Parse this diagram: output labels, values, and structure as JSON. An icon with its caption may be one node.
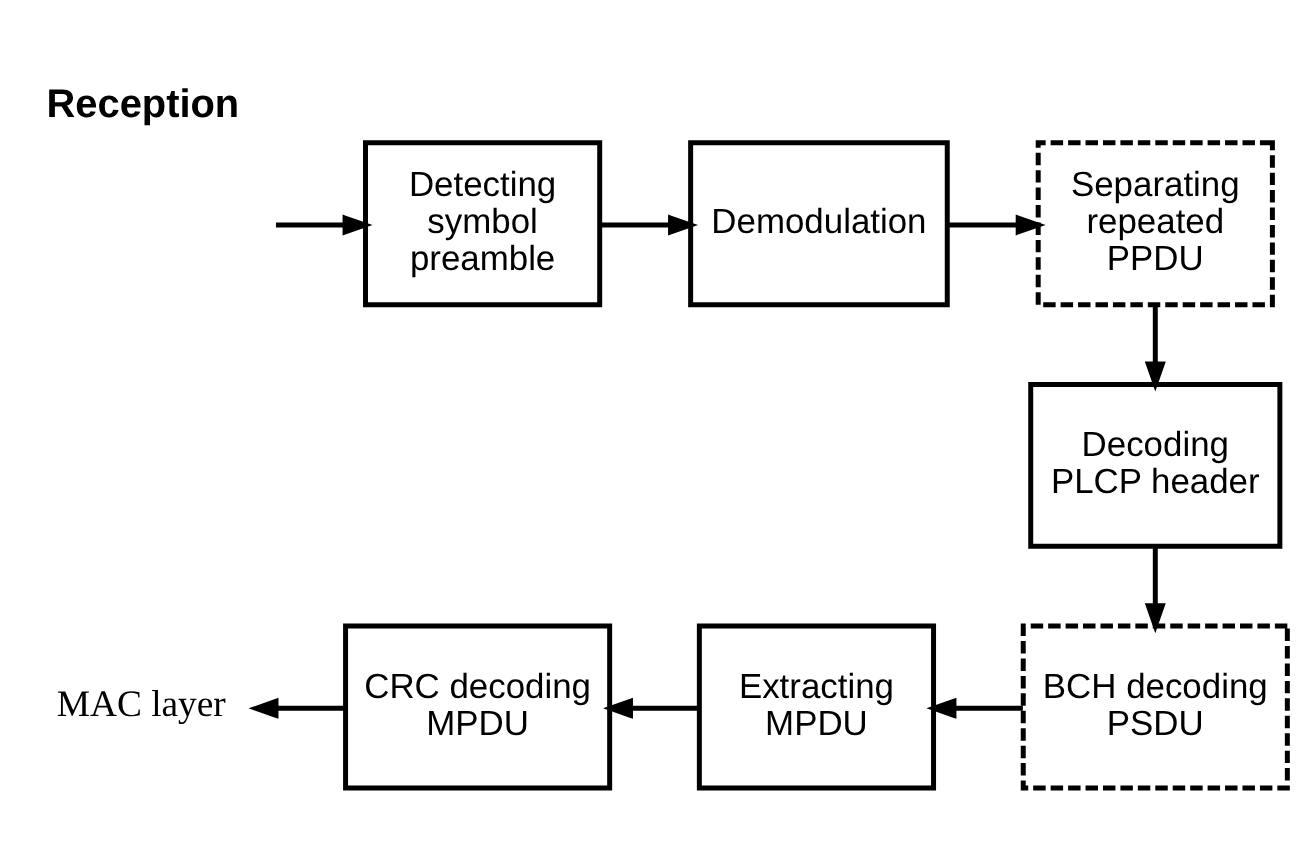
{
  "diagram": {
    "title": "Reception",
    "nodes": [
      {
        "text": [
          "Detecting symbol preamble"
        ]
      },
      {
        "text": [
          "Demodulation"
        ]
      },
      {
        "text": [
          "Separating repeated PPDU"
        ]
      },
      {
        "text": [
          "Decoding PLCP header"
        ]
      },
      {
        "text": [
          "BCH decoding PSDU"
        ]
      },
      {
        "text": [
          "Extracting MPDU"
        ]
      },
      {
        "text": [
          "CRC decoding MPDU"
        ]
      },
      {
        "text": [
          "MAC layer"
        ]
      }
    ],
    "edges": [
      {
        "from": null,
        "to": 0,
        "arrow": "to"
      },
      {
        "from": 0,
        "to": 1,
        "arrow": "to"
      },
      {
        "from": 1,
        "to": 2,
        "arrow": "to"
      },
      {
        "from": 2,
        "to": 3,
        "arrow": "to"
      },
      {
        "from": 3,
        "to": 4,
        "arrow": "to"
      },
      {
        "from": 4,
        "to": 5,
        "arrow": "to"
      },
      {
        "from": 5,
        "to": 6,
        "arrow": "to"
      },
      {
        "from": 6,
        "to": 7,
        "arrow": "to"
      }
    ]
  }
}
